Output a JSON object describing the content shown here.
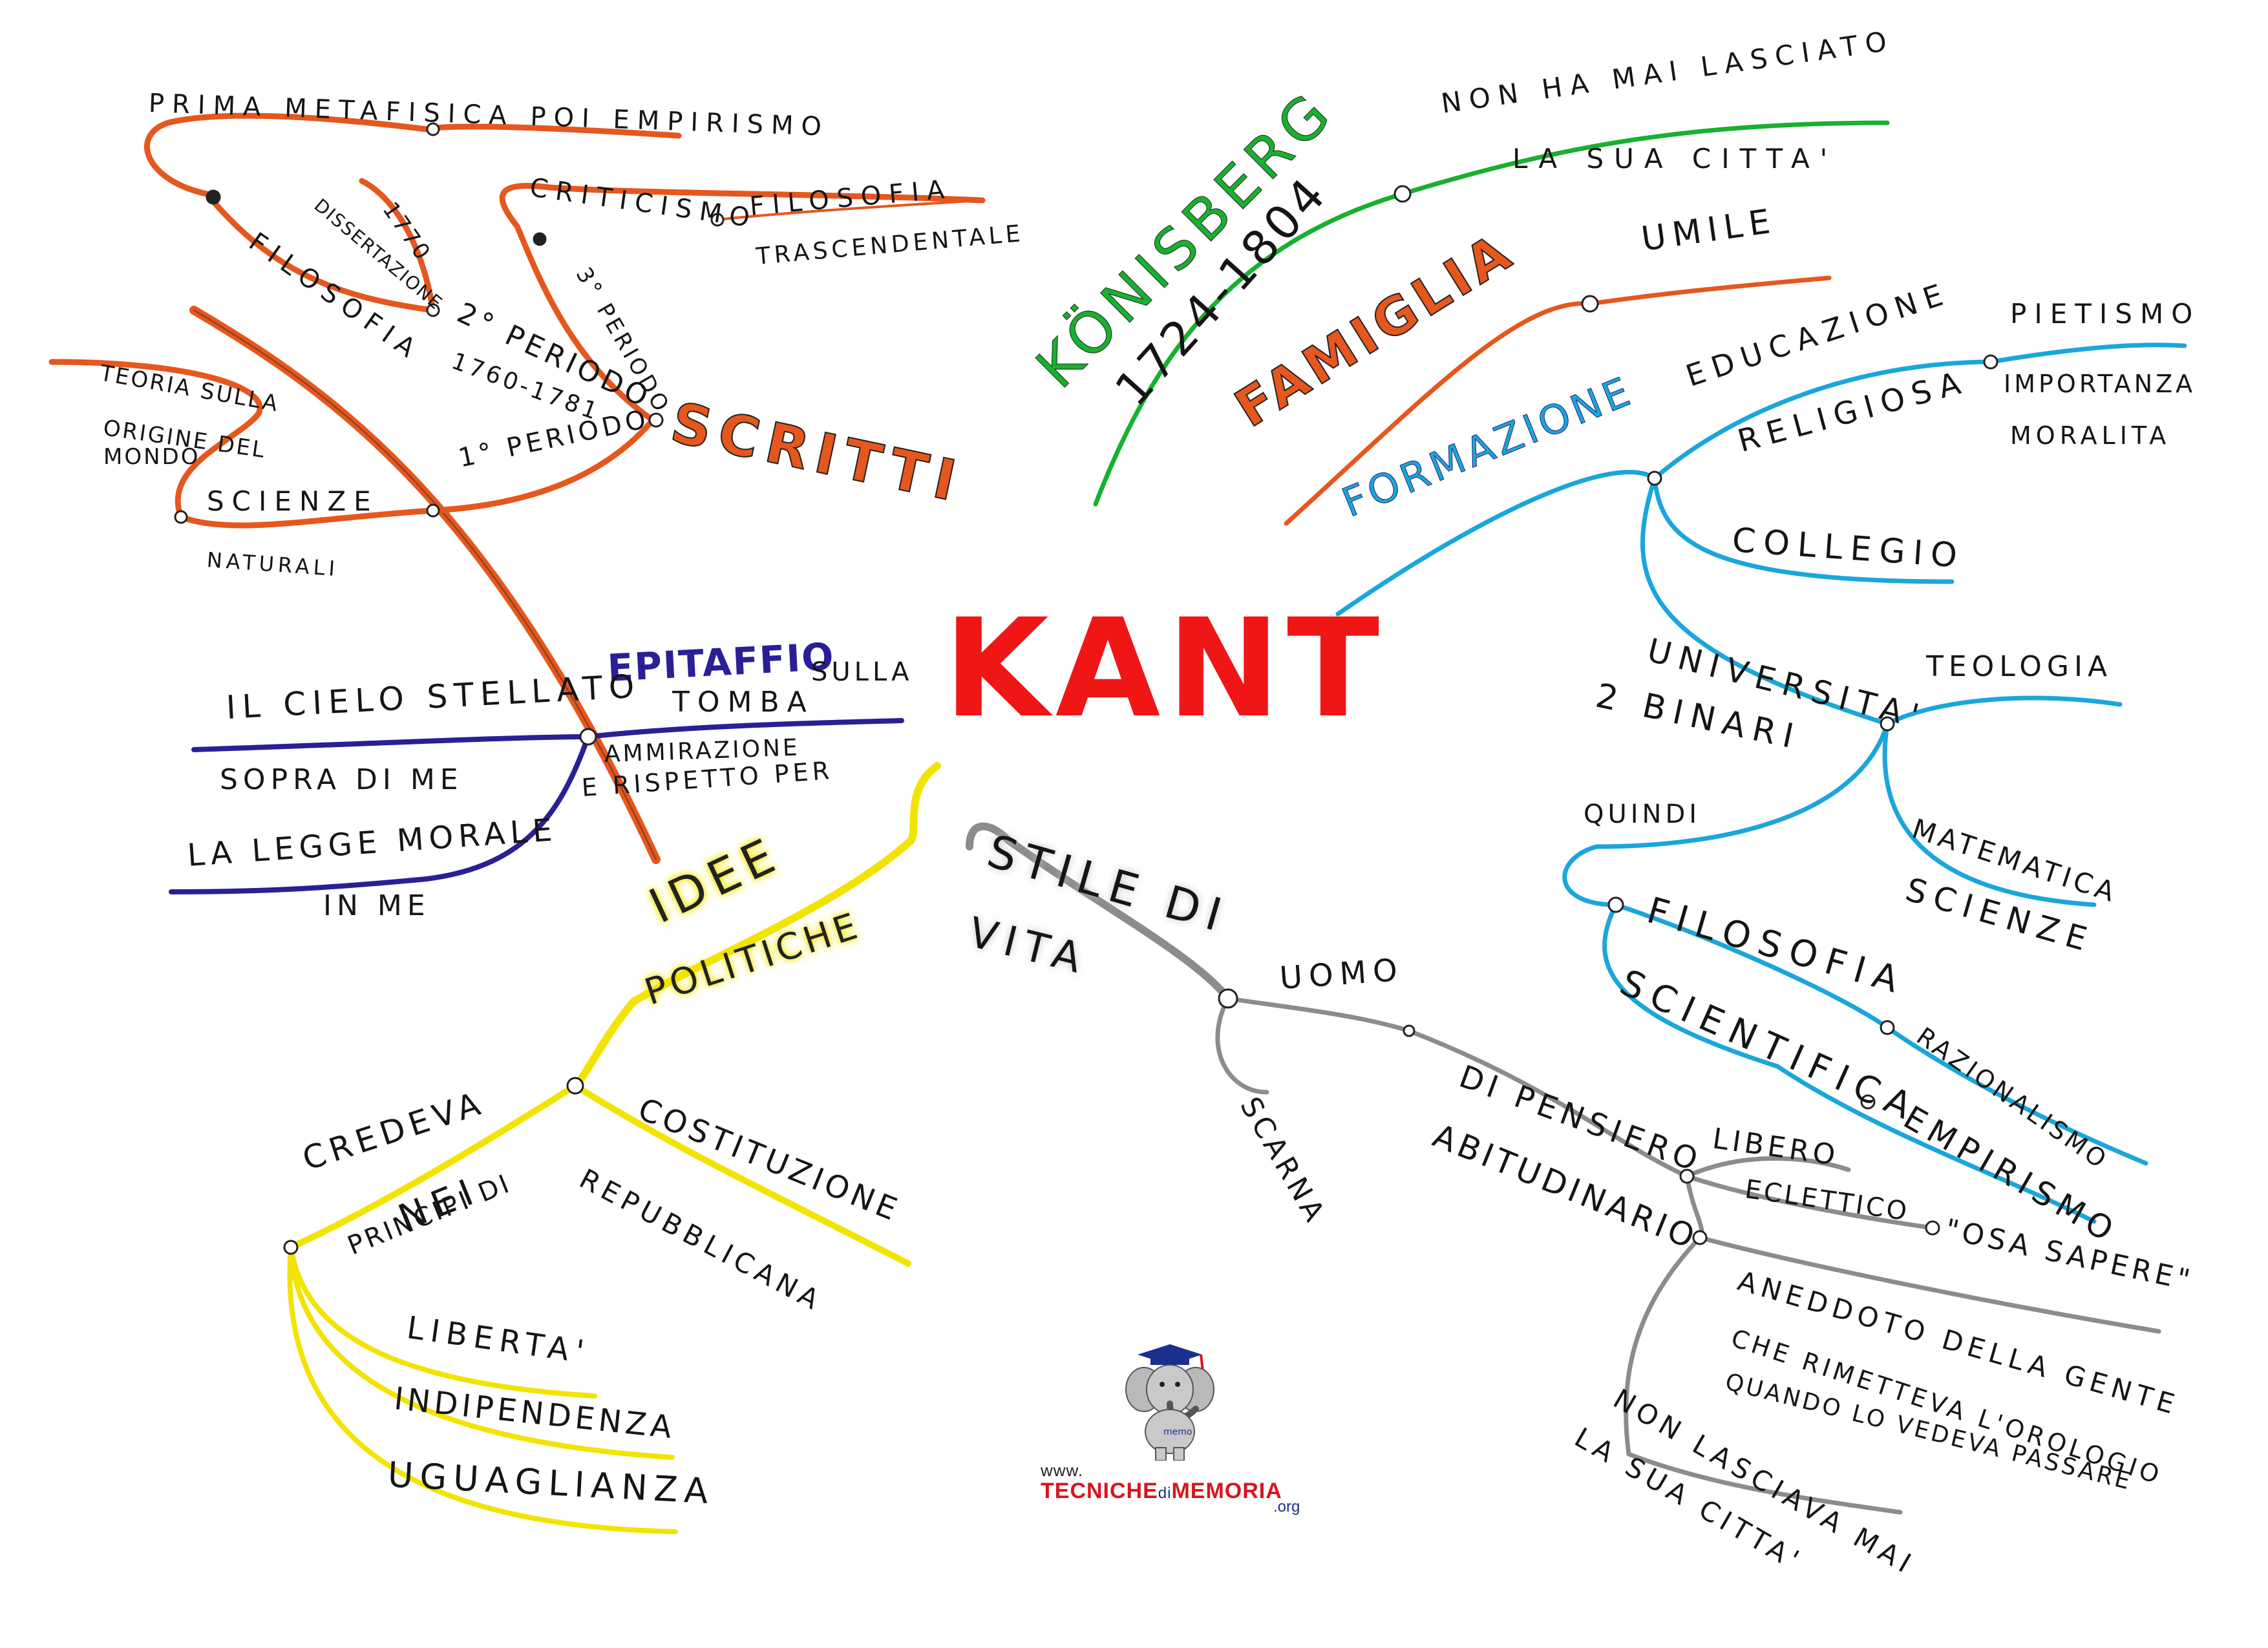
{
  "center": {
    "label": "KANT"
  },
  "colors": {
    "scritti": "#e5571d",
    "konigsberg": "#18b02f",
    "famiglia": "#e5571d",
    "formazione": "#1aa6dc",
    "epitaffio": "#2a1f96",
    "idee": "#f2e400",
    "stile": "#8c8c8c",
    "center": "#f01616"
  },
  "scritti": {
    "title": "SCRITTI",
    "prima_metafisica": "PRIMA METAFISICA POI EMPIRISMO",
    "filosofia": "FILOSOFIA",
    "dissertazione": "DISSERTAZIONE",
    "anno_1770": "1770",
    "criticismo": "CRITICISMO",
    "filosofia2": "FILOSOFIA",
    "trascendentale": "TRASCENDENTALE",
    "terzo_periodo": "3° PERIODO",
    "secondo_periodo": "2° PERIODO",
    "anni_1760_1781": "1760-1781",
    "teoria_sulla": "TEORIA SULLA",
    "origine_del": "ORIGINE DEL",
    "mondo": "MONDO",
    "scienze": "SCIENZE",
    "naturali": "NATURALI",
    "primo_periodo": "1° PERIODO"
  },
  "konigsberg": {
    "title": "KÖNISBERG",
    "years": "1724-1804",
    "non_ha_mai": "NON HA MAI LASCIATO",
    "la_sua_citta": "LA SUA CITTA'"
  },
  "famiglia": {
    "title": "FAMIGLIA",
    "umile": "UMILE"
  },
  "formazione": {
    "title": "FORMAZIONE",
    "educazione": "EDUCAZIONE",
    "religiosa": "RELIGIOSA",
    "pietismo": "PIETISMO",
    "importanza": "IMPORTANZA",
    "moralita": "MORALITA",
    "collegio": "COLLEGIO",
    "universita": "UNIVERSITA'",
    "due_binari": "2 BINARI",
    "teologia": "TEOLOGIA",
    "matematica": "MATEMATICA",
    "scienze": "SCIENZE",
    "quindi": "QUINDI",
    "filosofia": "FILOSOFIA",
    "scientifica": "SCIENTIFICA",
    "razionalismo": "RAZIONALISMO",
    "empirismo": "EMPIRISMO"
  },
  "epitaffio": {
    "title": "EPITAFFIO",
    "sulla": "SULLA",
    "tomba": "TOMBA",
    "cielo": "IL CIELO STELLATO",
    "sopra": "SOPRA DI ME",
    "legge": "LA LEGGE MORALE",
    "in_me": "IN ME",
    "ammirazione": "AMMIRAZIONE",
    "rispetto": "E RISPETTO PER"
  },
  "idee": {
    "title1": "IDEE",
    "title2": "POLITICHE",
    "costituzione": "COSTITUZIONE",
    "repubblicana": "REPUBBLICANA",
    "credeva": "CREDEVA",
    "nei": "NEI",
    "principi": "PRINCIPI DI",
    "liberta": "LIBERTA'",
    "indipendenza": "INDIPENDENZA",
    "uguaglianza": "UGUAGLIANZA"
  },
  "stile": {
    "title1": "STILE DI",
    "title2": "VITA",
    "uomo": "UOMO",
    "scarna": "SCARNA",
    "di_pensiero": "DI PENSIERO",
    "libero": "LIBERO",
    "eclettico": "ECLETTICO",
    "osa_sapere": "\"OSA SAPERE\"",
    "abitudinario": "ABITUDINARIO",
    "aneddoto": "ANEDDOTO DELLA GENTE",
    "rimetteva": "CHE RIMETTEVA L'OROLOGIO",
    "quando": "QUANDO LO VEDEVA PASSARE",
    "non_lasciava": "NON LASCIAVA MAI",
    "la_sua_citta": "LA SUA CITTA'"
  },
  "logo": {
    "url": "www.",
    "name_a": "TECNICHE",
    "name_di": "di",
    "name_b": "MEMORIA",
    "org": ".org",
    "badge": "memo"
  }
}
